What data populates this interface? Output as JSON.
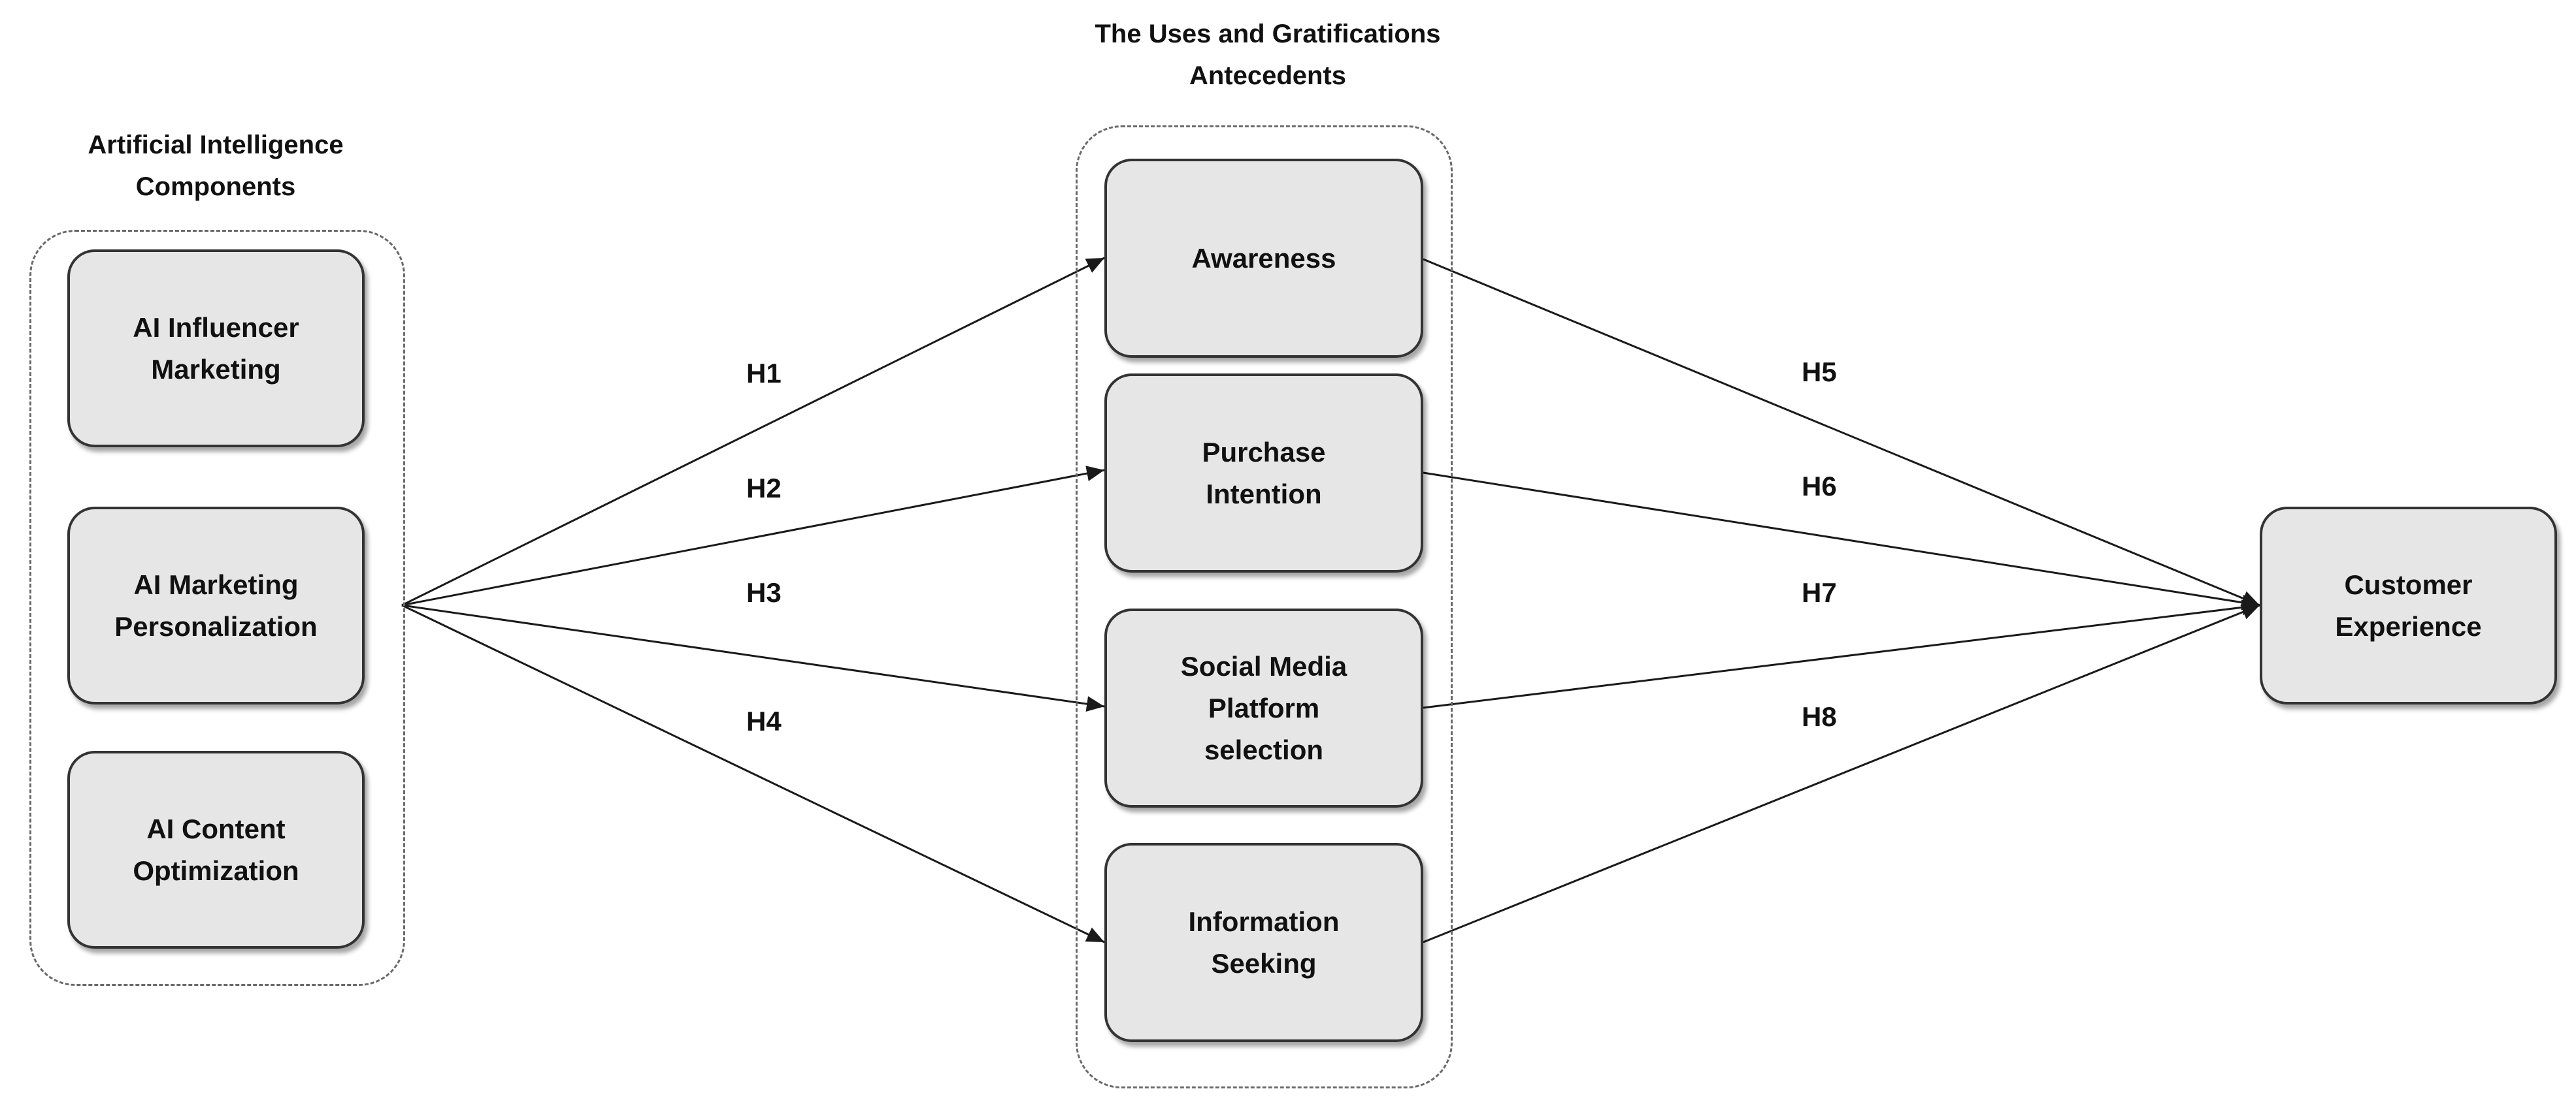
{
  "groups": {
    "ai_components": {
      "title": "Artificial Intelligence\nComponents"
    },
    "ug_antecedents": {
      "title": "The Uses and Gratifications\nAntecedents"
    }
  },
  "nodes": {
    "ai_influencer": "AI Influencer\nMarketing",
    "ai_personalization": "AI Marketing\nPersonalization",
    "ai_content": "AI Content\nOptimization",
    "awareness": "Awareness",
    "purchase_intention": "Purchase\nIntention",
    "platform_selection": "Social Media\nPlatform\nselection",
    "information_seeking": "Information\nSeeking",
    "customer_experience": "Customer\nExperience"
  },
  "edges": {
    "h1": "H1",
    "h2": "H2",
    "h3": "H3",
    "h4": "H4",
    "h5": "H5",
    "h6": "H6",
    "h7": "H7",
    "h8": "H8"
  }
}
